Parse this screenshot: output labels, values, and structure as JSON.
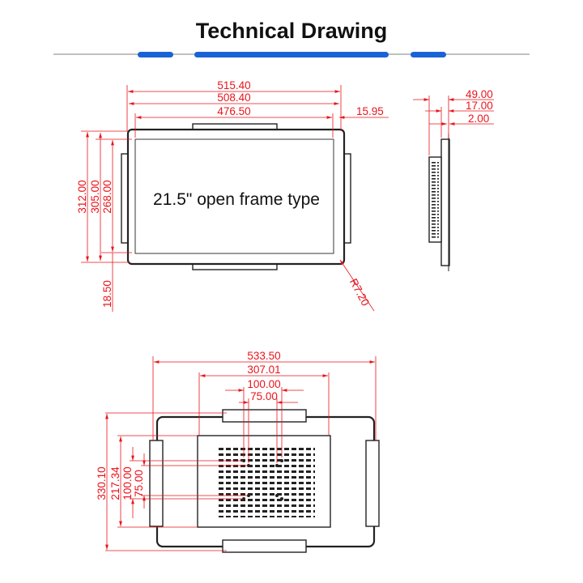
{
  "header": {
    "title": "Technical Drawing",
    "accent_color": "#1a63d6",
    "line_color": "#9a9a9a"
  },
  "front_view": {
    "label": "21.5\" open frame type",
    "dims": {
      "w_outer": "515.40",
      "w_frame": "508.40",
      "w_screen": "476.50",
      "bezel": "15.95",
      "h_outer": "312.00",
      "h_frame": "305.00",
      "h_screen": "268.00",
      "bottom": "18.50",
      "radius": "R7.20"
    }
  },
  "side_view": {
    "dims": {
      "depth": "49.00",
      "frame_depth": "17.00",
      "glass": "2.00"
    }
  },
  "back_view": {
    "dims": {
      "w_total": "533.50",
      "w_box": "307.01",
      "vesa_100_w": "100.00",
      "vesa_75_w": "75.00",
      "h_total": "330.10",
      "h_box": "217.34",
      "vesa_100_h": "100.00",
      "vesa_75_h": "75.00"
    }
  },
  "colors": {
    "dimension": "#e8141b",
    "outline": "#222222"
  }
}
